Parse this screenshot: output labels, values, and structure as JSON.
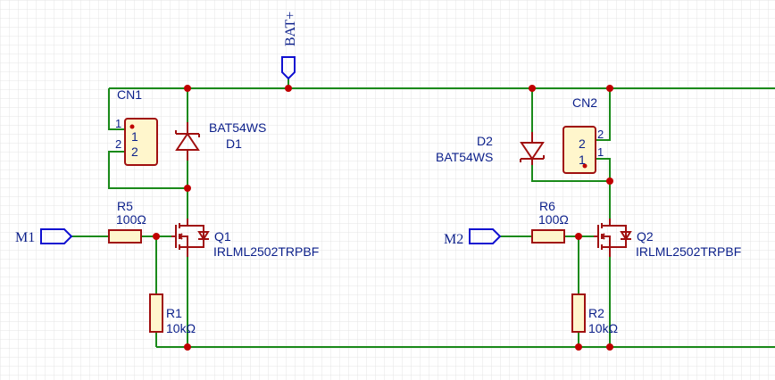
{
  "schematic": {
    "net_bat": "BAT+",
    "net_m1": "M1",
    "net_m2": "M2",
    "cn1": {
      "ref": "CN1",
      "pin1": "1",
      "pin2": "2",
      "num1": "1",
      "num2": "2"
    },
    "cn2": {
      "ref": "CN2",
      "pin1": "1",
      "pin2": "2",
      "num1": "1",
      "num2": "2"
    },
    "d1": {
      "ref": "D1",
      "value": "BAT54WS"
    },
    "d2": {
      "ref": "D2",
      "value": "BAT54WS"
    },
    "r5": {
      "ref": "R5",
      "value": "100Ω"
    },
    "r6": {
      "ref": "R6",
      "value": "100Ω"
    },
    "r1": {
      "ref": "R1",
      "value": "10kΩ"
    },
    "r2": {
      "ref": "R2",
      "value": "10kΩ"
    },
    "q1": {
      "ref": "Q1",
      "value": "IRLML2502TRPBF"
    },
    "q2": {
      "ref": "Q2",
      "value": "IRLML2502TRPBF"
    }
  },
  "colors": {
    "wire": "#1a8a1a",
    "component": "#a01010",
    "label": "#0b1f8a",
    "junction": "#c00000"
  }
}
